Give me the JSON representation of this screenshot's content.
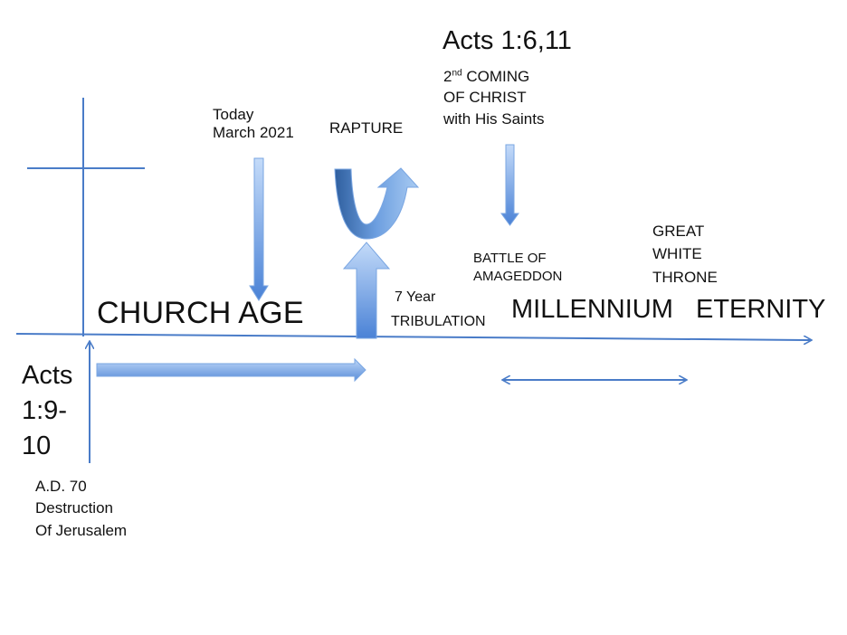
{
  "colors": {
    "line": "#4a7cc8",
    "arrow_light": "#b9d4f8",
    "arrow_dark": "#4a82d6",
    "rapture_dark": "#3466aa",
    "rapture_light": "#9ec3ee"
  },
  "labels": {
    "today": [
      "Today",
      "March 2021"
    ],
    "rapture": "RAPTURE",
    "acts_top": "Acts 1:6,11",
    "second_coming_num": "2",
    "second_coming_sup": "nd",
    "second_coming_rest": " COMING",
    "of_christ": "OF CHRIST",
    "with_saints": "with His Saints",
    "church_age": "CHURCH  AGE",
    "seven_year": "7 Year",
    "tribulation": "TRIBULATION",
    "battle": [
      "BATTLE OF",
      "AMAGEDDON"
    ],
    "great_white_throne": [
      "GREAT",
      "WHITE",
      "THRONE"
    ],
    "millennium": "MILLENNIUM",
    "eternity": "ETERNITY",
    "acts_left": [
      "Acts",
      "1:9-",
      "10"
    ],
    "ad70": [
      "A.D. 70",
      "Destruction",
      "Of Jerusalem"
    ]
  }
}
